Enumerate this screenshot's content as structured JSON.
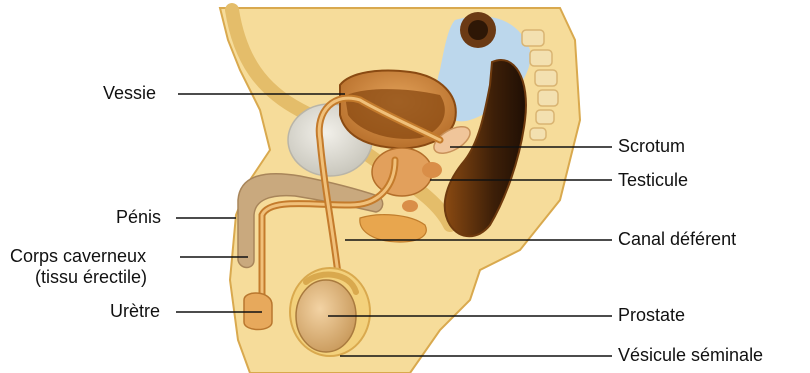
{
  "labels": {
    "vessie": "Vessie",
    "penis": "Pénis",
    "corps_line1": "Corps caverneux",
    "corps_line2": "(tissu érectile)",
    "uretre": "Urètre",
    "scrotum": "Scrotum",
    "testicule": "Testicule",
    "canal": "Canal déférent",
    "prostate": "Prostate",
    "vesicule": "Vésicule séminale"
  },
  "colors": {
    "skin": "#f6dc9a",
    "skin_edge": "#d9a94e",
    "bladder": "#c7863a",
    "bladder_dark": "#8a4a12",
    "rectum_dark": "#3d1f08",
    "cavernous": "#c9a97e",
    "bone": "#f3e0b0",
    "blue_cavity": "#bcd7ec",
    "leader": "#111111"
  }
}
